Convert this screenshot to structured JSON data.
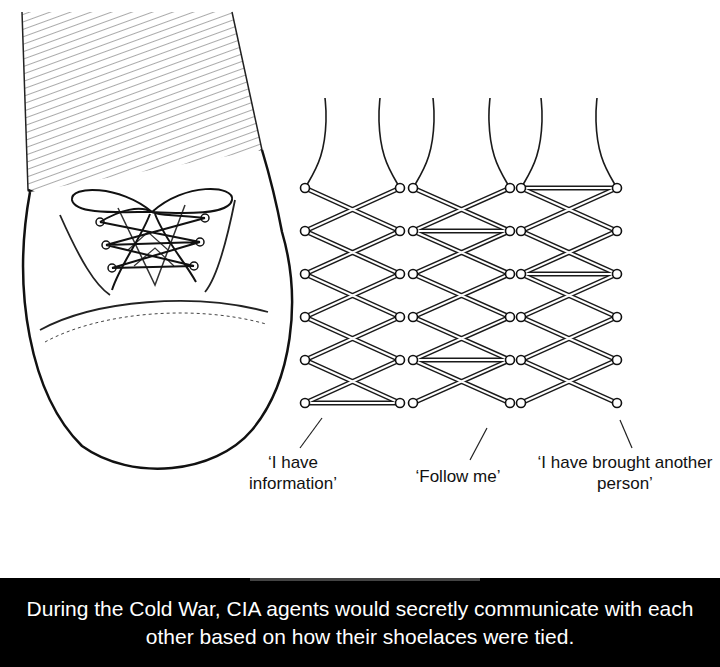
{
  "diagram": {
    "caption": "During the Cold War, CIA agents would secretly communicate with each other based on how their shoelaces were tied.",
    "labels": [
      "‘I have information’",
      "‘Follow me’",
      "‘I have brought another person’"
    ]
  }
}
